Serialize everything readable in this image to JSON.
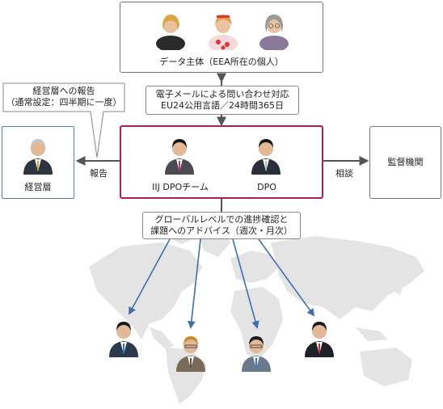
{
  "data_subjects": {
    "label": "データ主体（EEA所在の個人）"
  },
  "contact_note": {
    "line1": "電子メールによる問い合わせ対応",
    "line2": "EU24公用言語／24時間365日"
  },
  "management_report_note": {
    "line1": "経営層への報告",
    "line2": "（通常設定：四半期に一度）"
  },
  "management": {
    "label": "経営層"
  },
  "report_arrow_label": "報告",
  "center": {
    "team_label": "IIJ DPOチーム",
    "dpo_label": "DPO"
  },
  "consult_arrow_label": "相談",
  "authority": {
    "label": "監督機関"
  },
  "global_note": {
    "line1": "グローバルレベルでの進捗確認と",
    "line2": "課題へのアドバイス（週次・月次）"
  },
  "colors": {
    "center_border": "#b0204a",
    "management_border": "#5a7fa0",
    "arrow_blue": "#3f6fb0",
    "arrow_gray": "#555555",
    "map": "#e3e3e3"
  }
}
